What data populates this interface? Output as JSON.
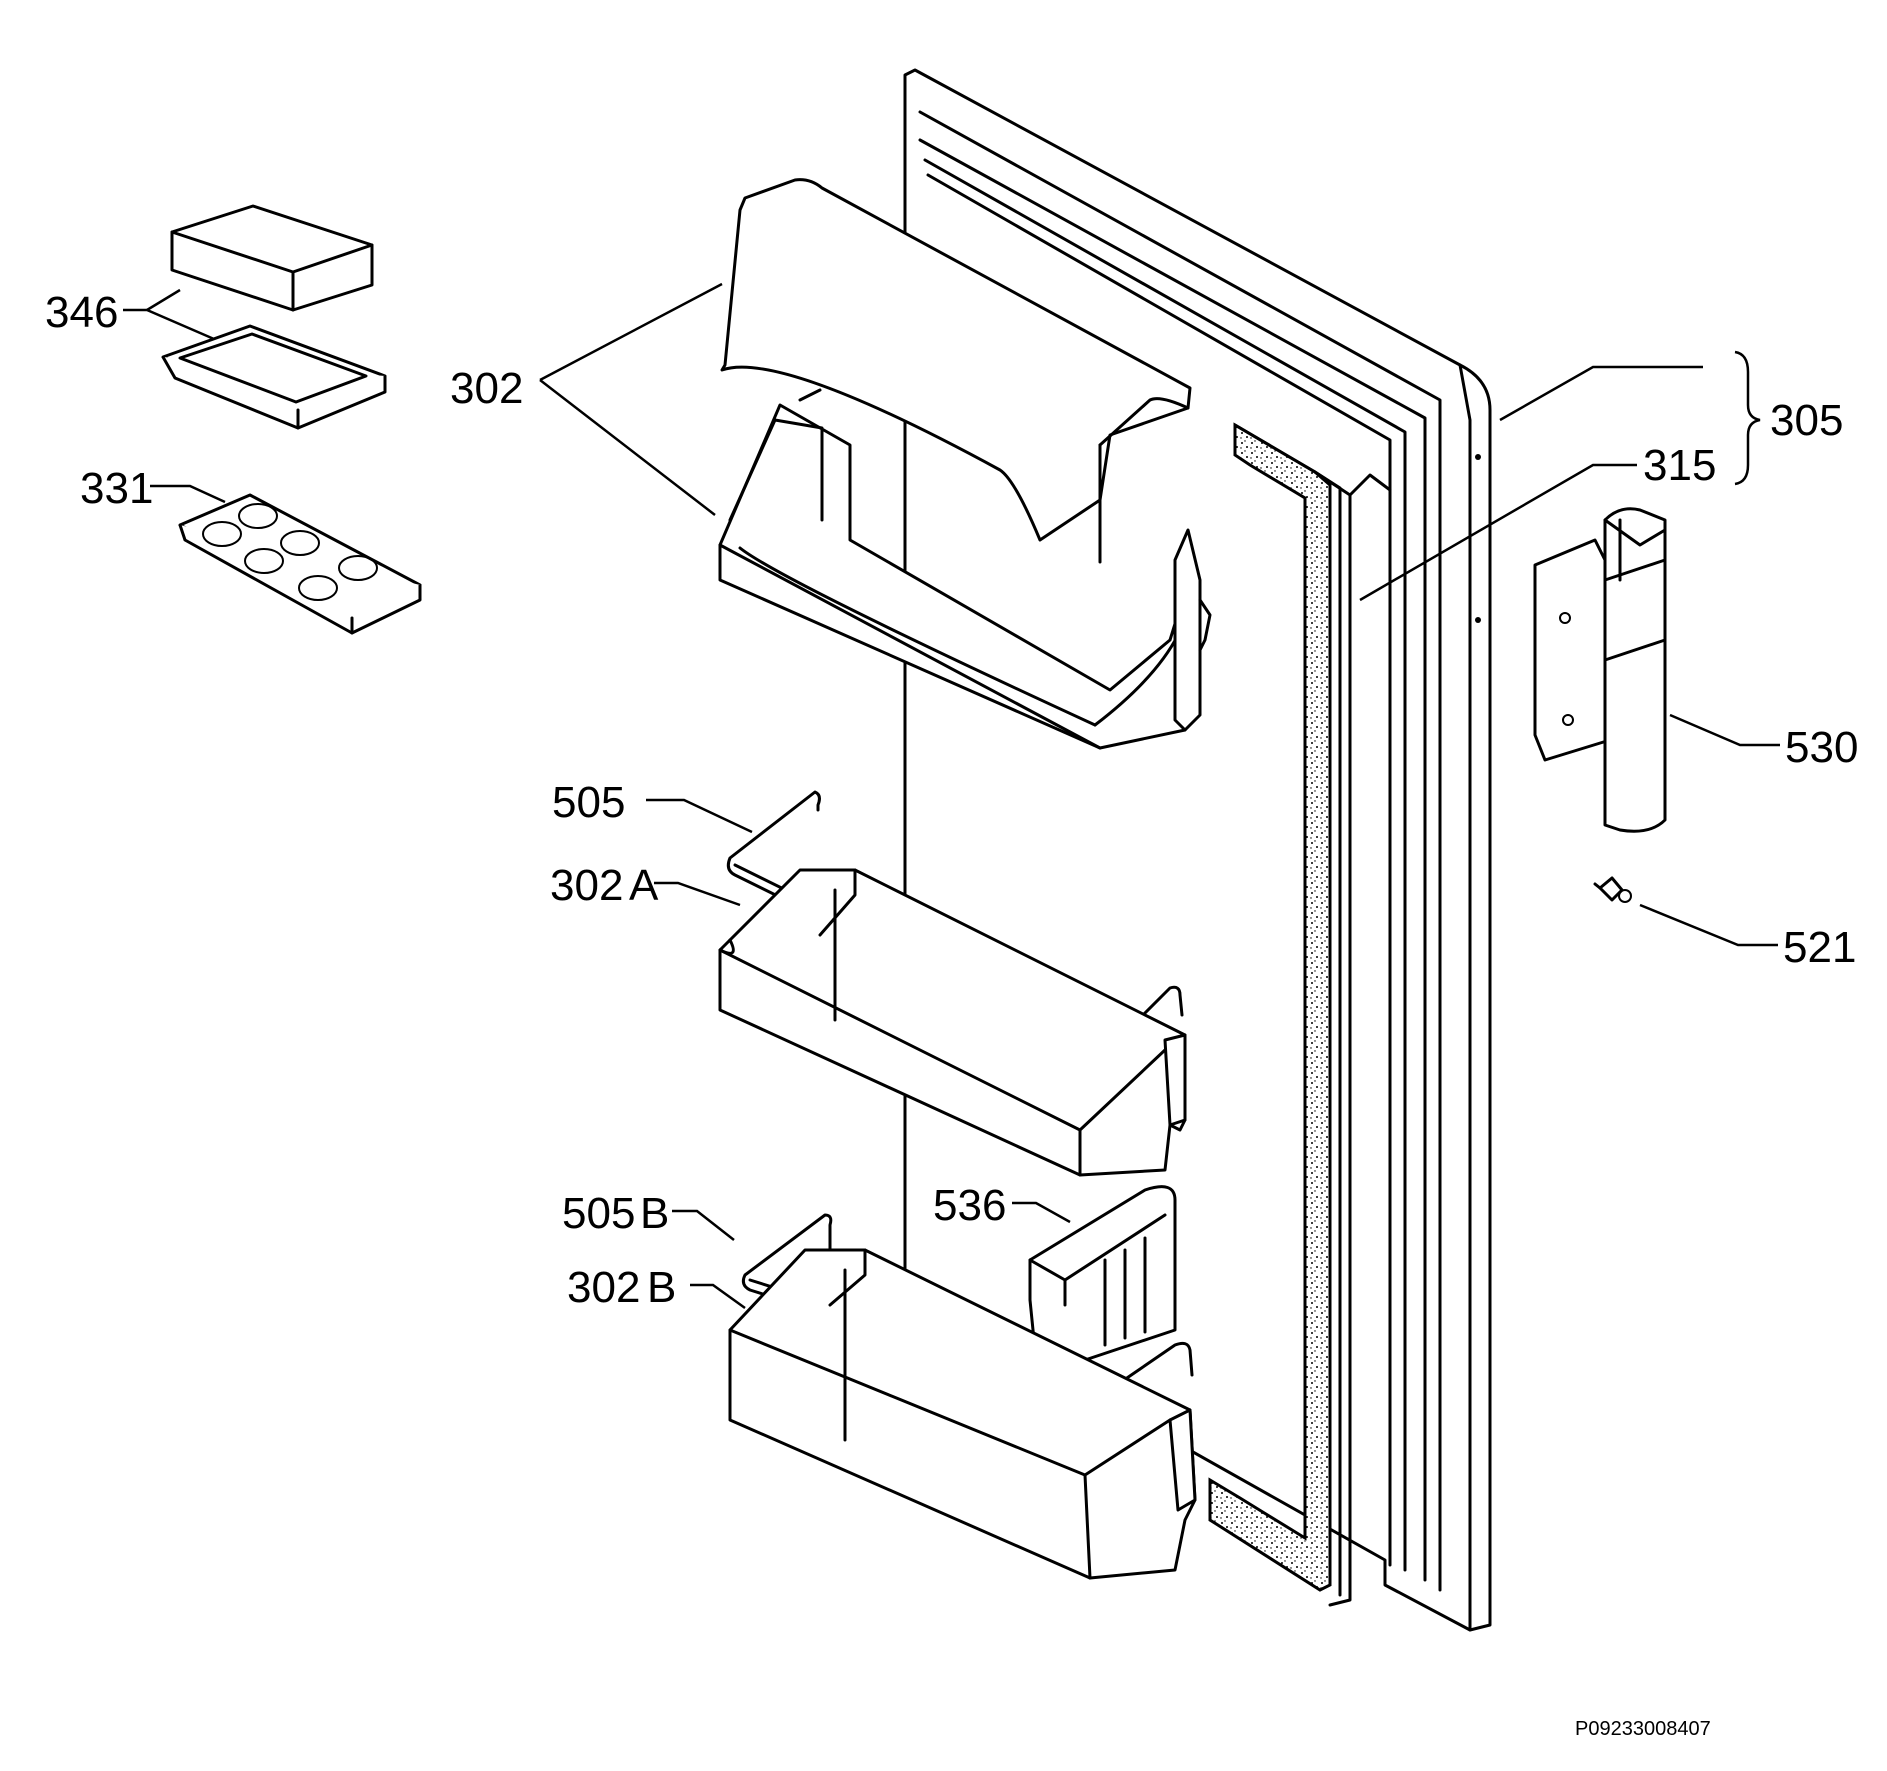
{
  "labels": {
    "p346": "346",
    "p331": "331",
    "p302": "302",
    "p305": "305",
    "p315": "315",
    "p530": "530",
    "p505": "505",
    "p302a_num": "302",
    "p302a_suffix": "A",
    "p521": "521",
    "p505b_num": "505",
    "p505b_suffix": "B",
    "p536": "536",
    "p302b_num": "302",
    "p302b_suffix": "B"
  },
  "drawing_code": "P09233008407"
}
